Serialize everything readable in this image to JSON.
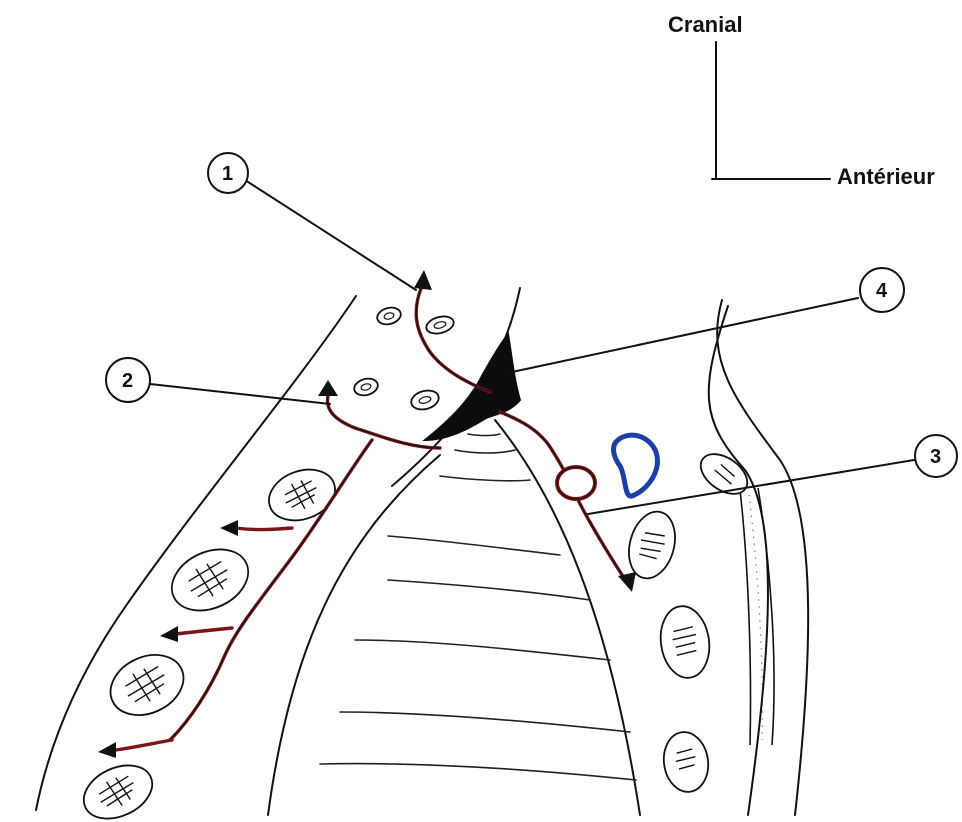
{
  "orientation": {
    "cranial": "Cranial",
    "anterior": "Antérieur"
  },
  "callouts": [
    {
      "id": "1",
      "label": "1"
    },
    {
      "id": "2",
      "label": "2"
    },
    {
      "id": "3",
      "label": "3"
    },
    {
      "id": "4",
      "label": "4"
    }
  ],
  "colors": {
    "ink": "#111111",
    "vessel": "#7a1616",
    "vein": "#1f3fa8",
    "background": "#ffffff"
  }
}
